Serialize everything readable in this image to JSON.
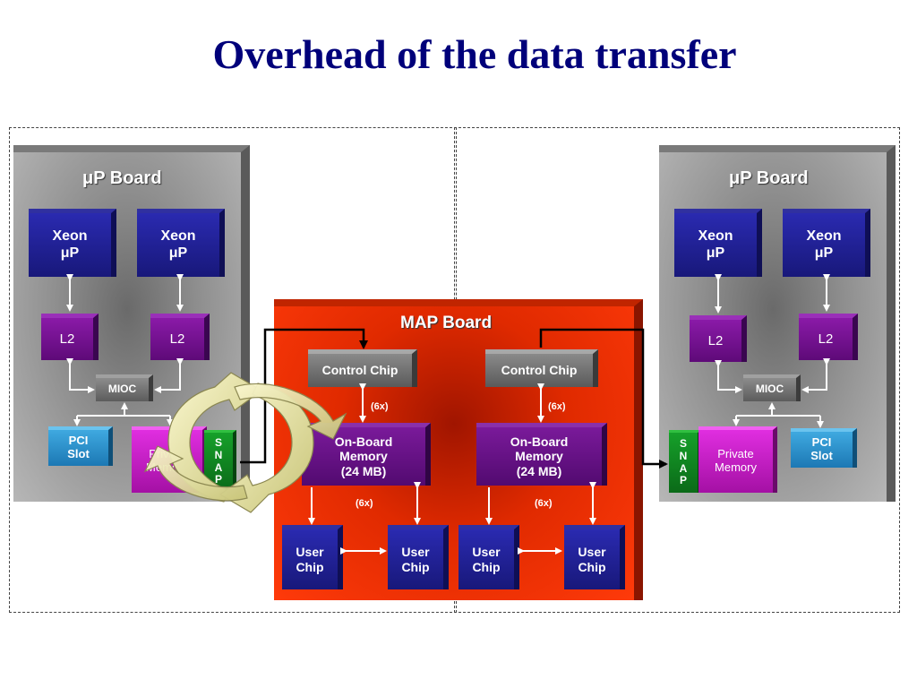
{
  "title": "Overhead of the data transfer",
  "left_board": {
    "title": "μP Board",
    "xeon1_line1": "Xeon",
    "xeon1_line2": "μP",
    "xeon2_line1": "Xeon",
    "xeon2_line2": "μP",
    "l2a": "L2",
    "l2b": "L2",
    "mioc": "MIOC",
    "pci_line1": "PCI",
    "pci_line2": "Slot",
    "private_line1": "Private",
    "private_line2": "Memory",
    "snap": [
      "S",
      "N",
      "A",
      "P"
    ]
  },
  "right_board": {
    "title": "μP Board",
    "xeon1_line1": "Xeon",
    "xeon1_line2": "μP",
    "xeon2_line1": "Xeon",
    "xeon2_line2": "μP",
    "l2a": "L2",
    "l2b": "L2",
    "mioc": "MIOC",
    "pci_line1": "PCI",
    "pci_line2": "Slot",
    "private_line1": "Private",
    "private_line2": "Memory",
    "snap": [
      "S",
      "N",
      "A",
      "P"
    ]
  },
  "map_board": {
    "title": "MAP Board",
    "control_left": "Control Chip",
    "control_right": "Control Chip",
    "mult_top_left": "(6x)",
    "mult_top_right": "(6x)",
    "mult_bottom_left": "(6x)",
    "mult_bottom_right": "(6x)",
    "onboard_left_line1": "On-Board",
    "onboard_left_line2": "Memory",
    "onboard_left_line3": "(24 MB)",
    "onboard_right_line1": "On-Board",
    "onboard_right_line2": "Memory",
    "onboard_right_line3": "(24 MB)",
    "user_line1": "User",
    "user_line2": "Chip"
  },
  "colors": {
    "title": "#00007a",
    "map_board": "#ff3a0a",
    "xeon": "#2020a0",
    "l2": "#7a1a9a",
    "snap": "#138a22",
    "pci": "#2f94cf",
    "private": "#c41ec4"
  },
  "icons": [
    "cycle-arrows-icon"
  ]
}
